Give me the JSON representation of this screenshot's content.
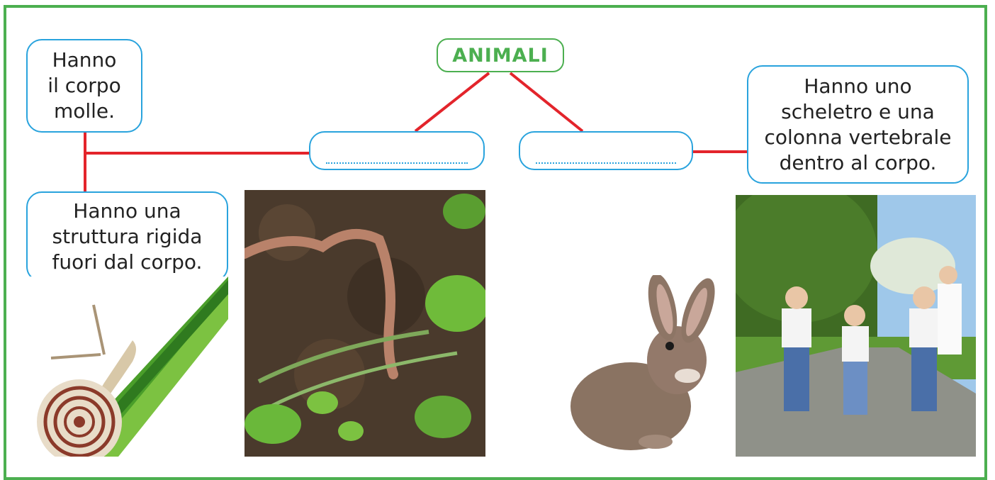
{
  "title": "ANIMALI",
  "left_blank": "",
  "right_blank": "",
  "boxes": {
    "soft_body": "Hanno\nil corpo\nmolle.",
    "rigid_structure": "Hanno una\nstruttura rigida\nfuori dal corpo.",
    "skeleton": "Hanno uno\nscheletro e una\ncolonna vertebrale\ndentro al corpo."
  },
  "colors": {
    "frame": "#4caf50",
    "lines": "#e3242b",
    "box_border": "#29a3dd",
    "title": "#4caf50"
  },
  "pictures": [
    "snail",
    "earthworm",
    "rabbit",
    "children-running"
  ]
}
